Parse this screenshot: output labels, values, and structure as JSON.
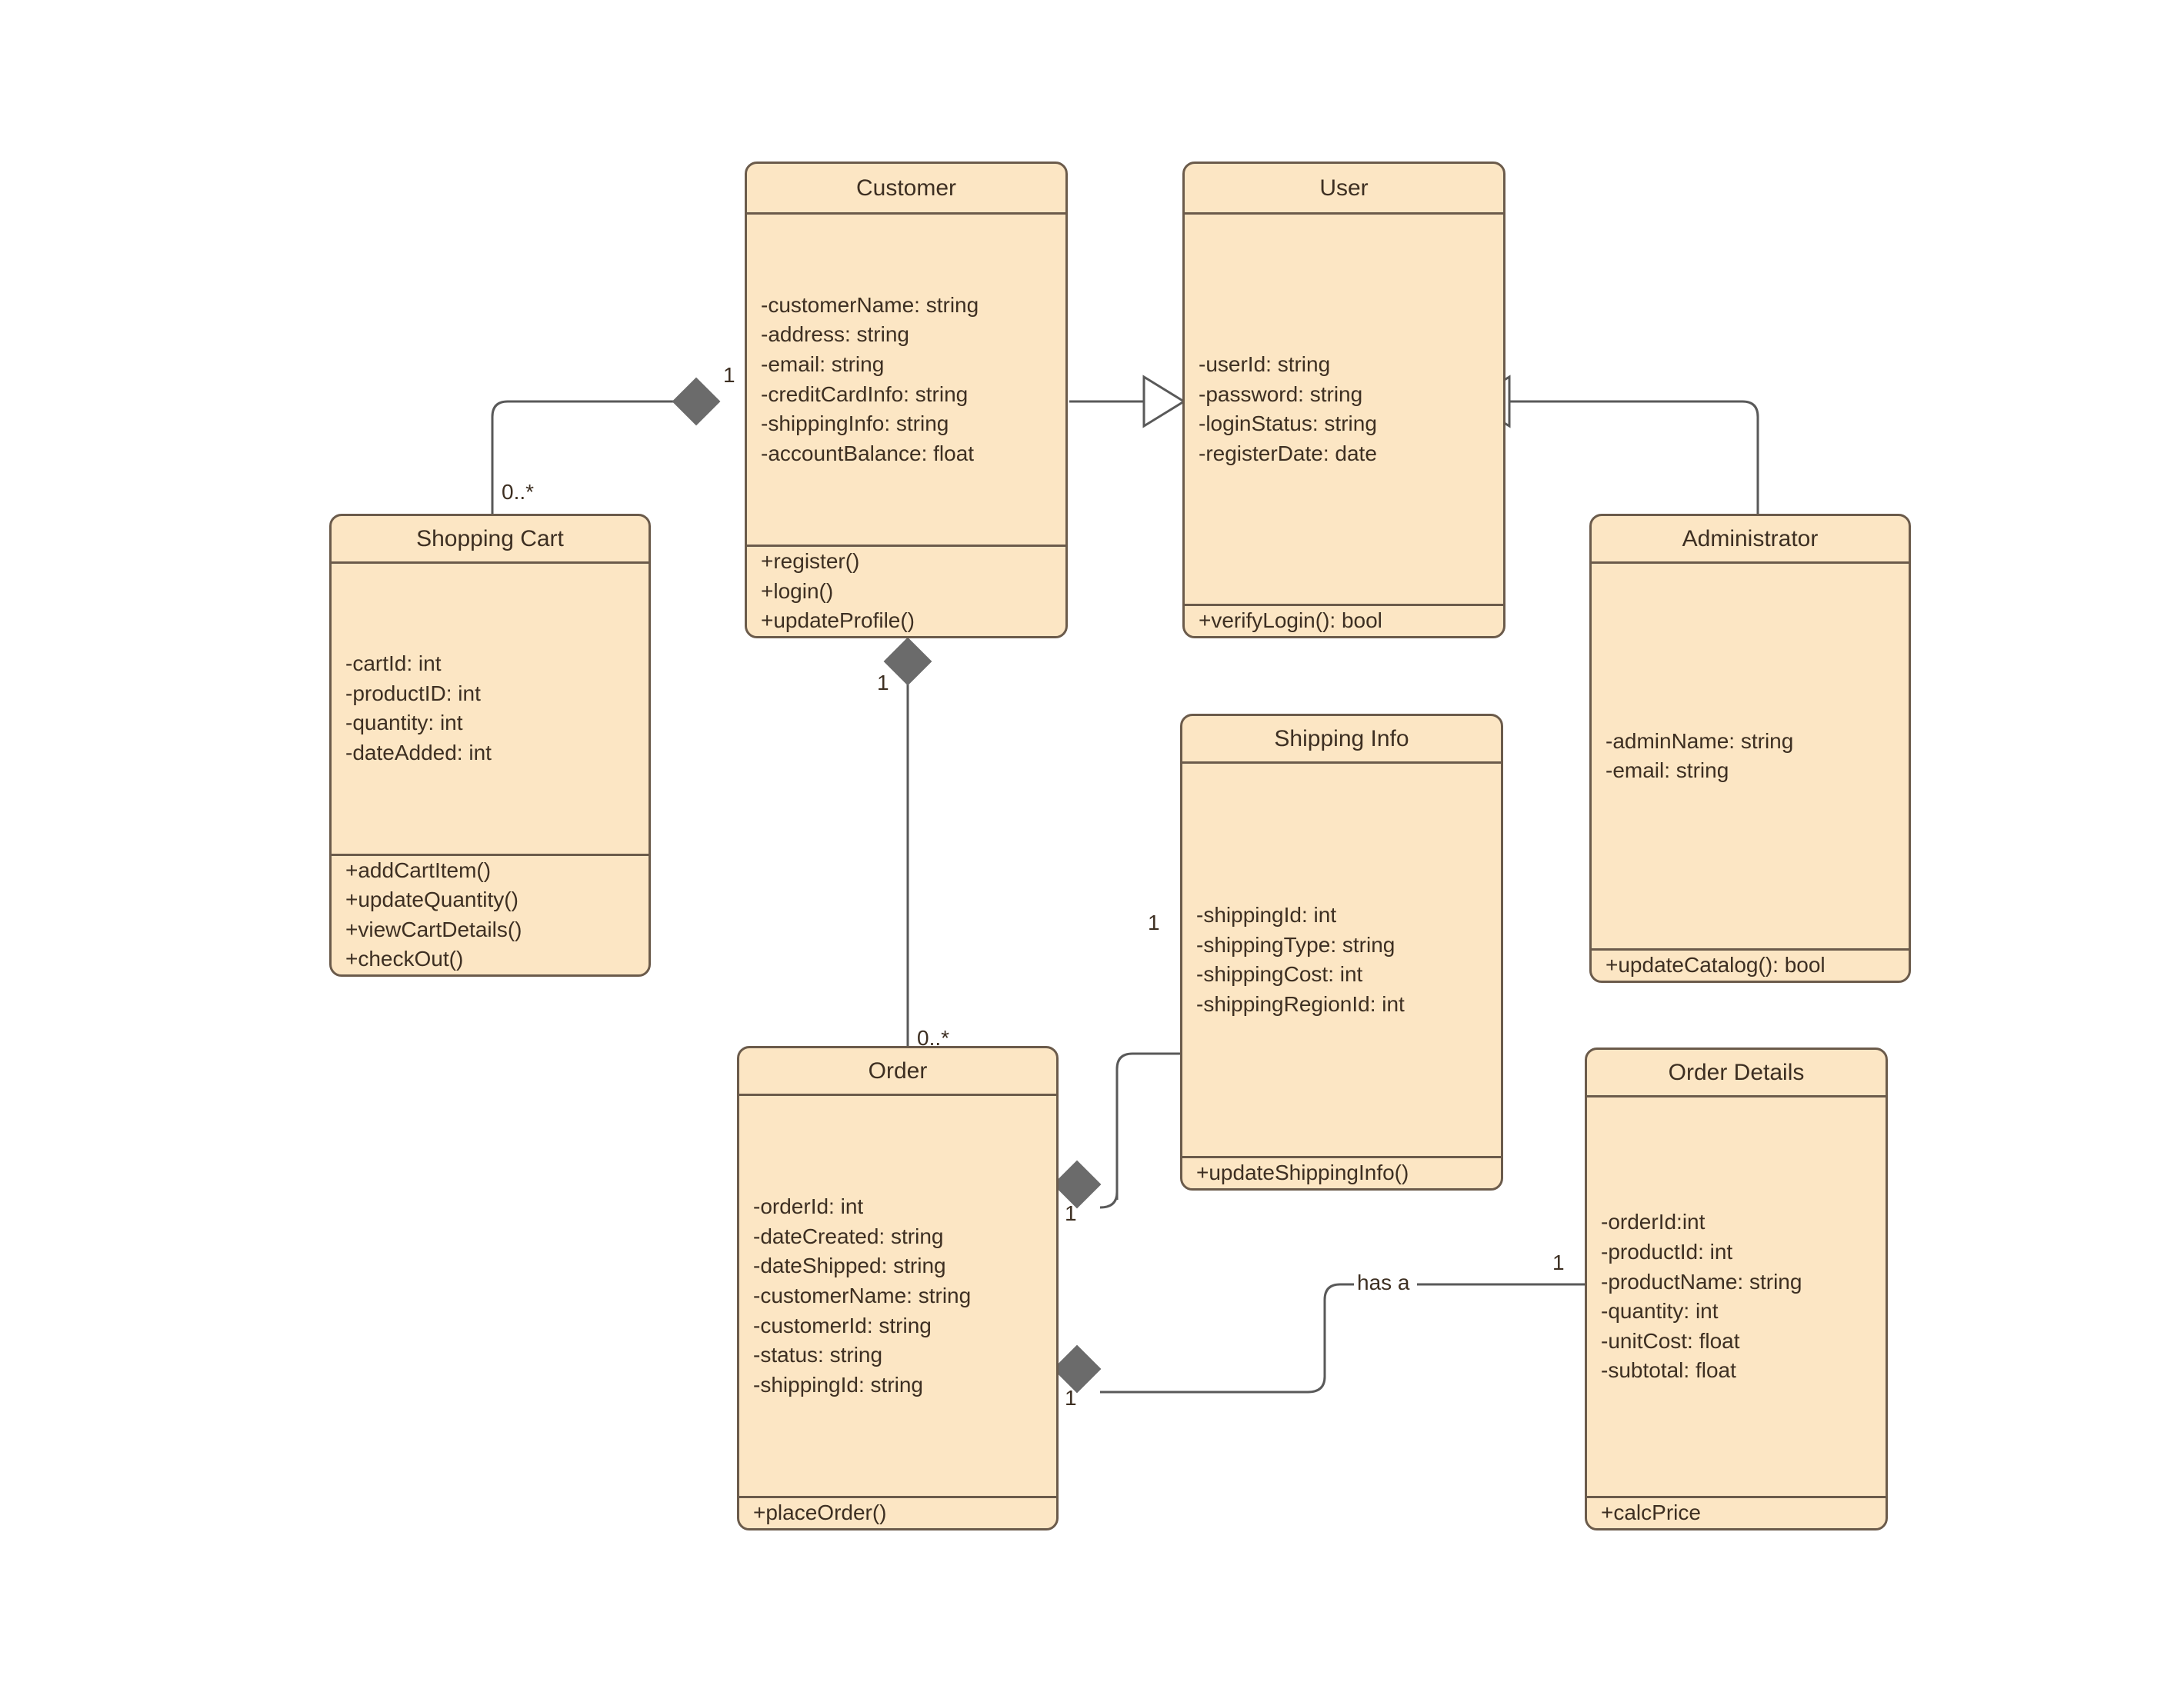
{
  "diagram": {
    "title": "E-Commerce UML Class Diagram",
    "colors": {
      "class_fill": "#fce6c4",
      "class_border": "#6b5b4b",
      "connector": "#595959",
      "diamond": "#6b6b6b",
      "background": "#ffffff",
      "text": "#3d2f22"
    }
  },
  "classes": {
    "customer": {
      "name": "Customer",
      "attributes": [
        "-customerName: string",
        "-address: string",
        "-email: string",
        "-creditCardInfo: string",
        "-shippingInfo: string",
        "-accountBalance: float"
      ],
      "methods": [
        "+register()",
        "+login()",
        "+updateProfile()"
      ]
    },
    "user": {
      "name": "User",
      "attributes": [
        "-userId: string",
        "-password: string",
        "-loginStatus: string",
        "-registerDate: date"
      ],
      "methods": [
        "+verifyLogin(): bool"
      ]
    },
    "shopping_cart": {
      "name": "Shopping Cart",
      "attributes": [
        "-cartId: int",
        "-productID: int",
        "-quantity: int",
        "-dateAdded: int"
      ],
      "methods": [
        "+addCartItem()",
        "+updateQuantity()",
        "+viewCartDetails()",
        "+checkOut()"
      ]
    },
    "administrator": {
      "name": "Administrator",
      "attributes": [
        "-adminName: string",
        "-email: string"
      ],
      "methods": [
        "+updateCatalog(): bool"
      ]
    },
    "shipping_info": {
      "name": "Shipping Info",
      "attributes": [
        "-shippingId: int",
        "-shippingType: string",
        "-shippingCost: int",
        "-shippingRegionId: int"
      ],
      "methods": [
        "+updateShippingInfo()"
      ]
    },
    "order": {
      "name": "Order",
      "attributes": [
        "-orderId: int",
        "-dateCreated: string",
        "-dateShipped: string",
        "-customerName: string",
        "-customerId: string",
        "-status: string",
        "-shippingId: string"
      ],
      "methods": [
        "+placeOrder()"
      ]
    },
    "order_details": {
      "name": "Order Details",
      "attributes": [
        "-orderId:int",
        "-productId: int",
        "-productName: string",
        "-quantity: int",
        "-unitCost: float",
        "-subtotal: float"
      ],
      "methods": [
        "+calcPrice"
      ]
    }
  },
  "relationships": [
    {
      "id": "customer-cart",
      "type": "composition",
      "from": "Customer",
      "to": "Shopping Cart",
      "source_multiplicity": "1",
      "target_multiplicity": "0..*",
      "label": ""
    },
    {
      "id": "customer-user",
      "type": "generalization",
      "from": "Customer",
      "to": "User",
      "source_multiplicity": "",
      "target_multiplicity": "",
      "label": ""
    },
    {
      "id": "admin-user",
      "type": "generalization",
      "from": "Administrator",
      "to": "User",
      "source_multiplicity": "",
      "target_multiplicity": "",
      "label": ""
    },
    {
      "id": "customer-order",
      "type": "composition",
      "from": "Customer",
      "to": "Order",
      "source_multiplicity": "1",
      "target_multiplicity": "0..*",
      "label": ""
    },
    {
      "id": "order-shipping",
      "type": "composition",
      "from": "Order",
      "to": "Shipping Info",
      "source_multiplicity": "1",
      "target_multiplicity": "1",
      "label": ""
    },
    {
      "id": "order-orderdetails",
      "type": "composition",
      "from": "Order",
      "to": "Order Details",
      "source_multiplicity": "1",
      "target_multiplicity": "1",
      "label": "has a"
    }
  ],
  "edge_labels": {
    "cart_one": "1",
    "cart_many": "0..*",
    "order_one": "1",
    "order_many": "0..*",
    "shipping_src": "1",
    "shipping_tgt": "1",
    "details_src": "1",
    "details_tgt": "1",
    "has_a": "has a"
  }
}
